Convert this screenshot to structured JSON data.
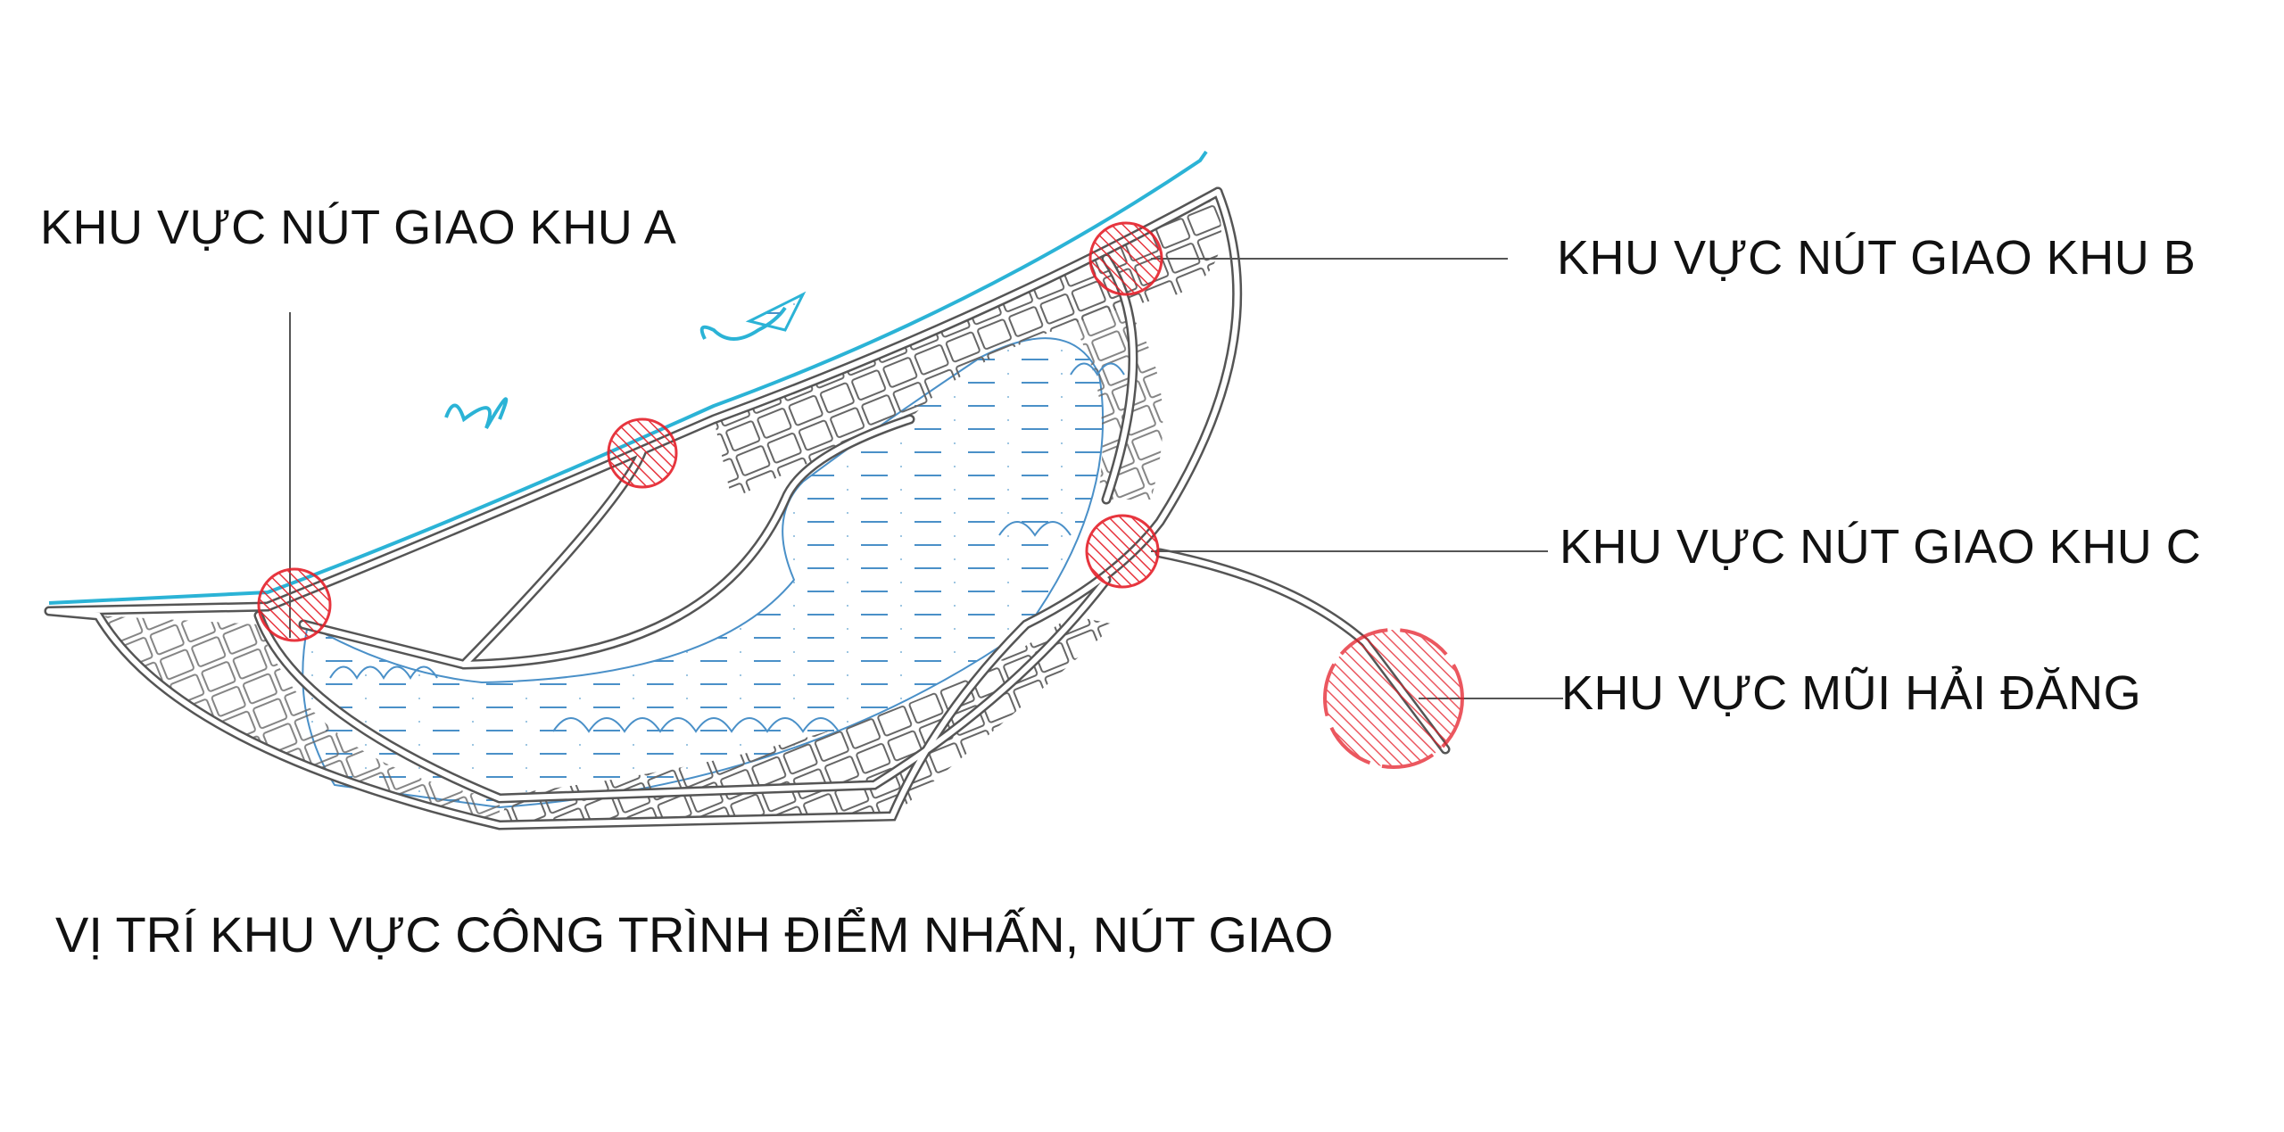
{
  "labels": {
    "zone_a": "KHU VỰC NÚT GIAO KHU A",
    "zone_b": "KHU VỰC NÚT GIAO KHU B",
    "zone_c": "KHU VỰC NÚT GIAO KHU C",
    "lighthouse": "KHU VỰC MŨI HẢI ĐĂNG"
  },
  "title": "VỊ TRÍ KHU VỰC CÔNG TRÌNH ĐIỂM NHẤN, NÚT GIAO",
  "colors": {
    "highlight": "#e5202a",
    "road": "#555555",
    "water": "#2bb3d6",
    "lagoon": "#4a90c8",
    "leader": "#555555"
  }
}
